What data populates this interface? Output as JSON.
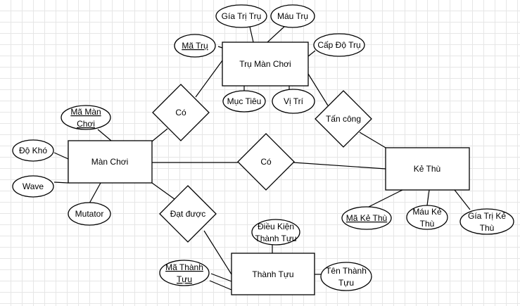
{
  "entities": {
    "tru_man_choi": "Trụ Màn Chơi",
    "man_choi": "Màn Chơi",
    "ke_thu": "Kẻ Thù",
    "thanh_tuu": "Thành Tựu"
  },
  "relationships": {
    "co_top": "Có",
    "co_middle": "Có",
    "tan_cong": "Tấn công",
    "dat_duoc": "Đạt được"
  },
  "attributes": {
    "gia_tri_tru": "Gía Trị Trụ",
    "mau_tru": "Máu Trụ",
    "ma_tru": "Mã Trụ",
    "cap_do_tru": "Cấp Độ Trụ",
    "muc_tieu": "Mục Tiêu",
    "vi_tri": "Vị Trí",
    "ma_man_choi": [
      "Mã Màn",
      "Chơi"
    ],
    "do_kho": "Độ Khó",
    "wave": "Wave",
    "mutator": "Mutator",
    "ma_ke_thu": "Mã Kẻ Thù",
    "mau_ke_thu": [
      "Máu Kẻ",
      "Thù"
    ],
    "gia_tri_ke_thu": [
      "Gía Trị Kẻ",
      "Thù"
    ],
    "dieu_kien_thanh_tuu": [
      "Điều Kiện",
      "Thành Tựu"
    ],
    "ma_thanh_tuu": [
      "Mã Thành",
      "Tựu"
    ],
    "ten_thanh_tuu": [
      "Tên Thành",
      "Tựu"
    ]
  },
  "colors": {
    "stroke": "#000000",
    "fill": "#ffffff",
    "grid": "#e6e6e6"
  }
}
